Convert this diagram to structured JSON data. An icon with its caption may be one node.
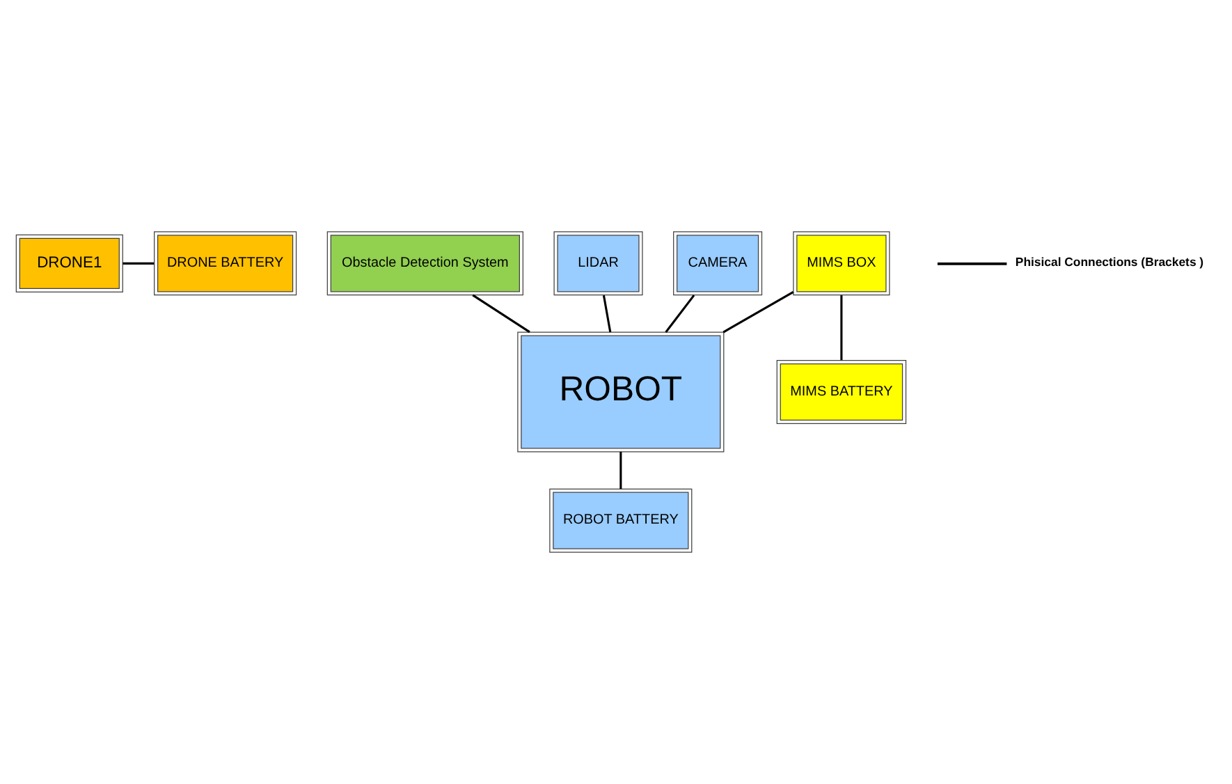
{
  "diagram": {
    "nodes": [
      {
        "text": [
          "DRONE1"
        ]
      },
      {
        "text": [
          "DRONE BATTERY"
        ]
      },
      {
        "text": [
          "Obstacle Detection System"
        ]
      },
      {
        "text": [
          "MIMS BOX"
        ]
      },
      {
        "text": [
          "MIMS BATTERY"
        ]
      },
      {
        "text": [
          "LIDAR"
        ]
      },
      {
        "text": [
          "ROBOT"
        ]
      },
      {
        "text": [
          "ROBOT BATTERY"
        ]
      },
      {
        "text": [
          "CAMERA"
        ]
      }
    ],
    "edges": [
      {
        "from": 0,
        "to": 1,
        "arrow": "none"
      },
      {
        "from": 3,
        "to": 4,
        "arrow": "none"
      },
      {
        "from": 2,
        "to": 6,
        "arrow": "none"
      },
      {
        "from": 3,
        "to": 6,
        "arrow": "none"
      },
      {
        "from": 5,
        "to": 6,
        "arrow": "none"
      },
      {
        "from": 8,
        "to": 6,
        "arrow": "none"
      },
      {
        "from": 6,
        "to": 7,
        "arrow": "none"
      }
    ],
    "legend": [
      {
        "text": "Phisical Connections (Brackets )"
      }
    ]
  }
}
